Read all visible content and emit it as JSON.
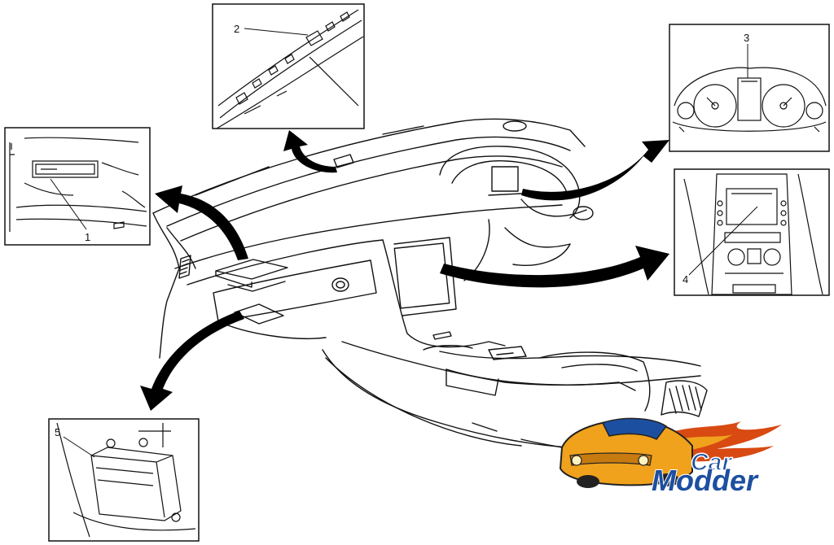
{
  "diagram": {
    "callouts": {
      "c1": "1",
      "c2": "2",
      "c3": "3",
      "c4": "4",
      "c5": "5"
    }
  },
  "logo": {
    "line1": "Car",
    "line2": "Modder",
    "colors": {
      "car_body": "#f0a21c",
      "flame": "#d84a12",
      "text_fill": "#1c4fa0",
      "text_stroke": "#ffffff"
    }
  }
}
